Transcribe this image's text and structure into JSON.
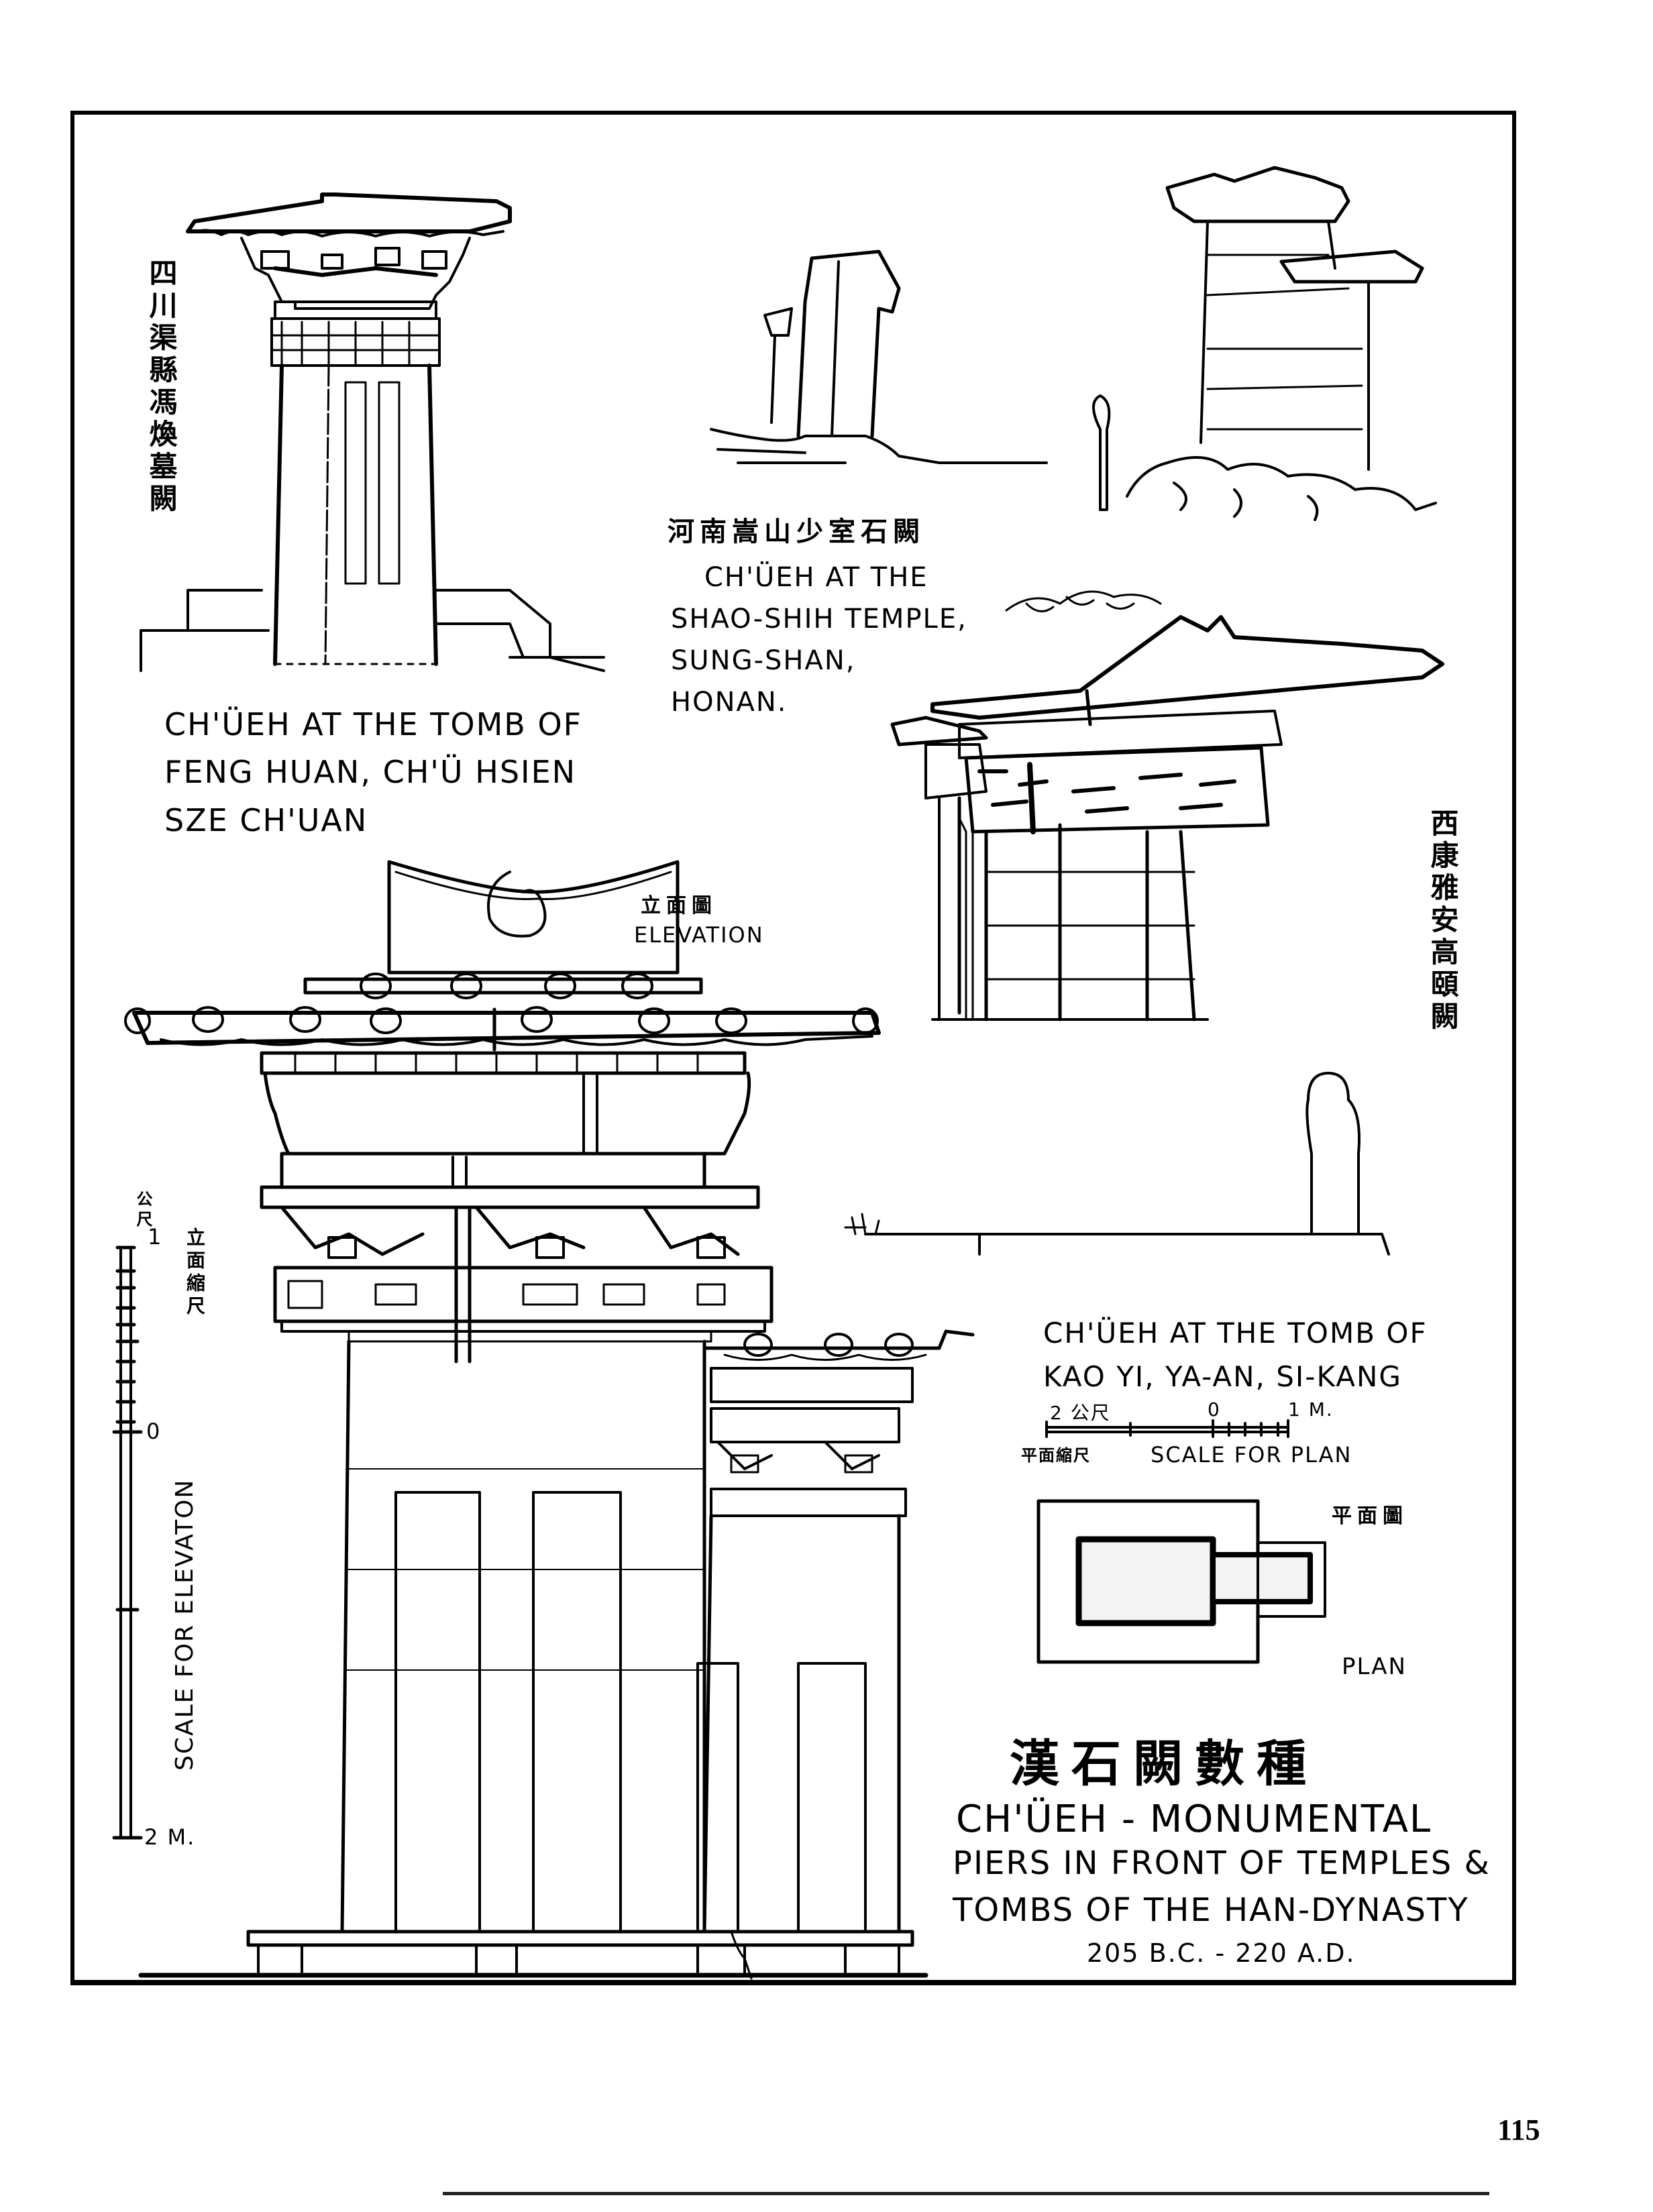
{
  "page": {
    "page_number": "115",
    "ink_color": "#000000",
    "paper_color": "#ffffff"
  },
  "drawings": {
    "feng_huan": {
      "cjk_label": "四川渠縣馮煥墓闕",
      "caption": [
        "CH'ÜEH AT THE TOMB OF",
        "FENG HUAN, CH'Ü HSIEN",
        "SZE CH'UAN"
      ]
    },
    "shao_shih": {
      "cjk_label": "河南嵩山少室石闕",
      "caption": [
        "CH'ÜEH AT THE",
        "SHAO-SHIH TEMPLE,",
        "SUNG-SHAN,",
        "HONAN."
      ]
    },
    "kao_yi": {
      "cjk_label": "西康雅安高頤闕",
      "caption": [
        "CH'ÜEH AT THE TOMB OF",
        "KAO YI, YA-AN, SI-KANG"
      ]
    },
    "elevation": {
      "cjk_label": "立面圖",
      "label": "ELEVATION"
    },
    "plan": {
      "cjk_label": "平面圖",
      "label": "PLAN"
    }
  },
  "scales": {
    "elevation": {
      "cjk_label": "立面縮尺",
      "unit_top": "公尺",
      "ticks": [
        "1",
        "0",
        "2 M."
      ],
      "label": "SCALE FOR ELEVATON"
    },
    "plan": {
      "cjk_label": "平面縮尺",
      "tick_left": "2 公尺",
      "tick_mid": "0",
      "tick_right": "1 M.",
      "label": "SCALE FOR PLAN"
    }
  },
  "title": {
    "cjk": "漢石闕數種",
    "lines": [
      "CH'ÜEH - MONUMENTAL",
      "PIERS IN FRONT OF TEMPLES &",
      "TOMBS OF THE HAN-DYNASTY"
    ],
    "dates": "205 B.C. - 220 A.D."
  }
}
